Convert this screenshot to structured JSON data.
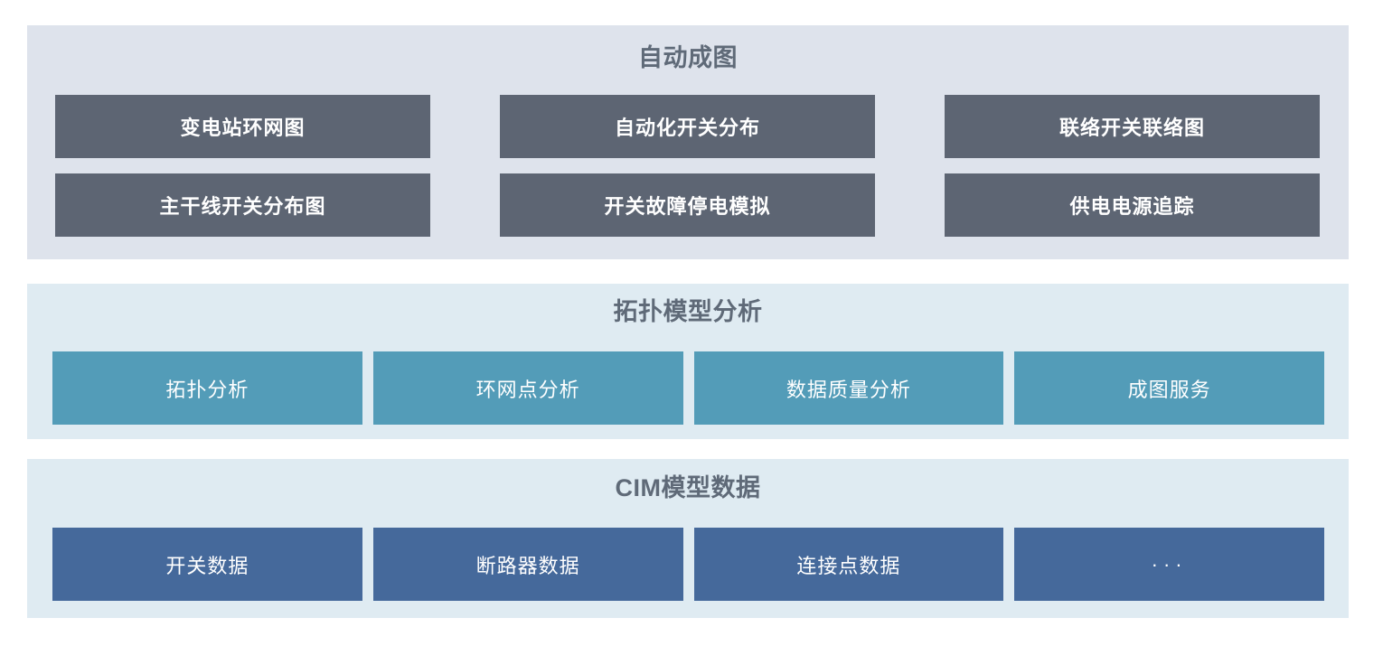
{
  "colors": {
    "page_background": "#ffffff",
    "auto_panel_bg": "#dee3ec",
    "topo_panel_bg": "#dfebf2",
    "cim_panel_bg": "#dfebf2",
    "slate_button": "#5d6573",
    "teal_button": "#539cb8",
    "blue_button": "#45699b",
    "title_text": "#5f6a78",
    "button_text": "#ffffff"
  },
  "sections": [
    {
      "id": "auto-mapping",
      "title": "自动成图",
      "buttons": [
        {
          "label": "变电站环网图"
        },
        {
          "label": "自动化开关分布"
        },
        {
          "label": "联络开关联络图"
        },
        {
          "label": "主干线开关分布图"
        },
        {
          "label": "开关故障停电模拟"
        },
        {
          "label": "供电电源追踪"
        }
      ]
    },
    {
      "id": "topology-model-analysis",
      "title": "拓扑模型分析",
      "buttons": [
        {
          "label": "拓扑分析"
        },
        {
          "label": "环网点分析"
        },
        {
          "label": "数据质量分析"
        },
        {
          "label": "成图服务"
        }
      ]
    },
    {
      "id": "cim-model-data",
      "title": "CIM模型数据",
      "buttons": [
        {
          "label": "开关数据"
        },
        {
          "label": "断路器数据"
        },
        {
          "label": "连接点数据"
        },
        {
          "label": "···"
        }
      ]
    }
  ]
}
